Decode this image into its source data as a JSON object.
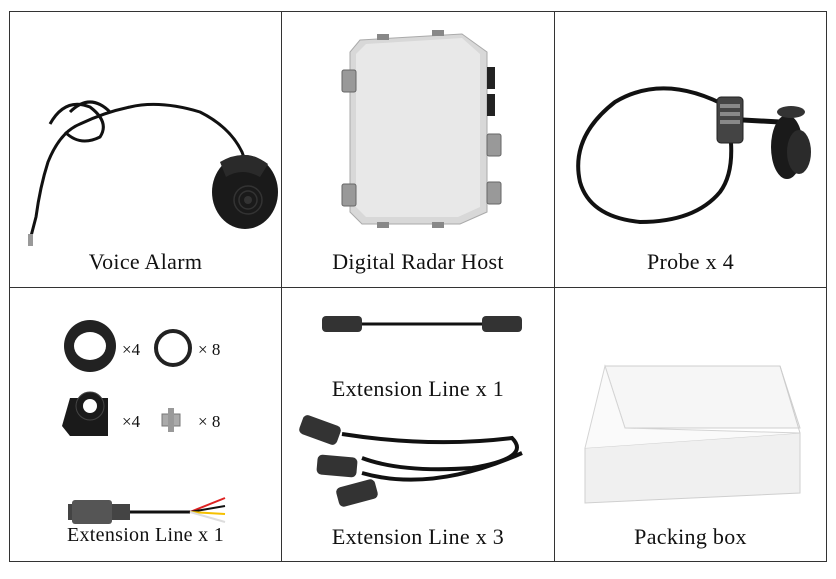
{
  "captions": {
    "voice_alarm": "Voice Alarm",
    "radar_host": "Digital Radar Host",
    "probe": "Probe x 4",
    "accessory_extension": "Extension Line x 1",
    "extension_line_single": "Extension Line x 1",
    "extension_line_triple": "Extension Line x 3",
    "packing_box": "Packing box"
  },
  "accessory_quantities": {
    "rubber_ring": "×4",
    "o_ring": "× 8",
    "bracket": "×4",
    "screw": "× 8"
  }
}
